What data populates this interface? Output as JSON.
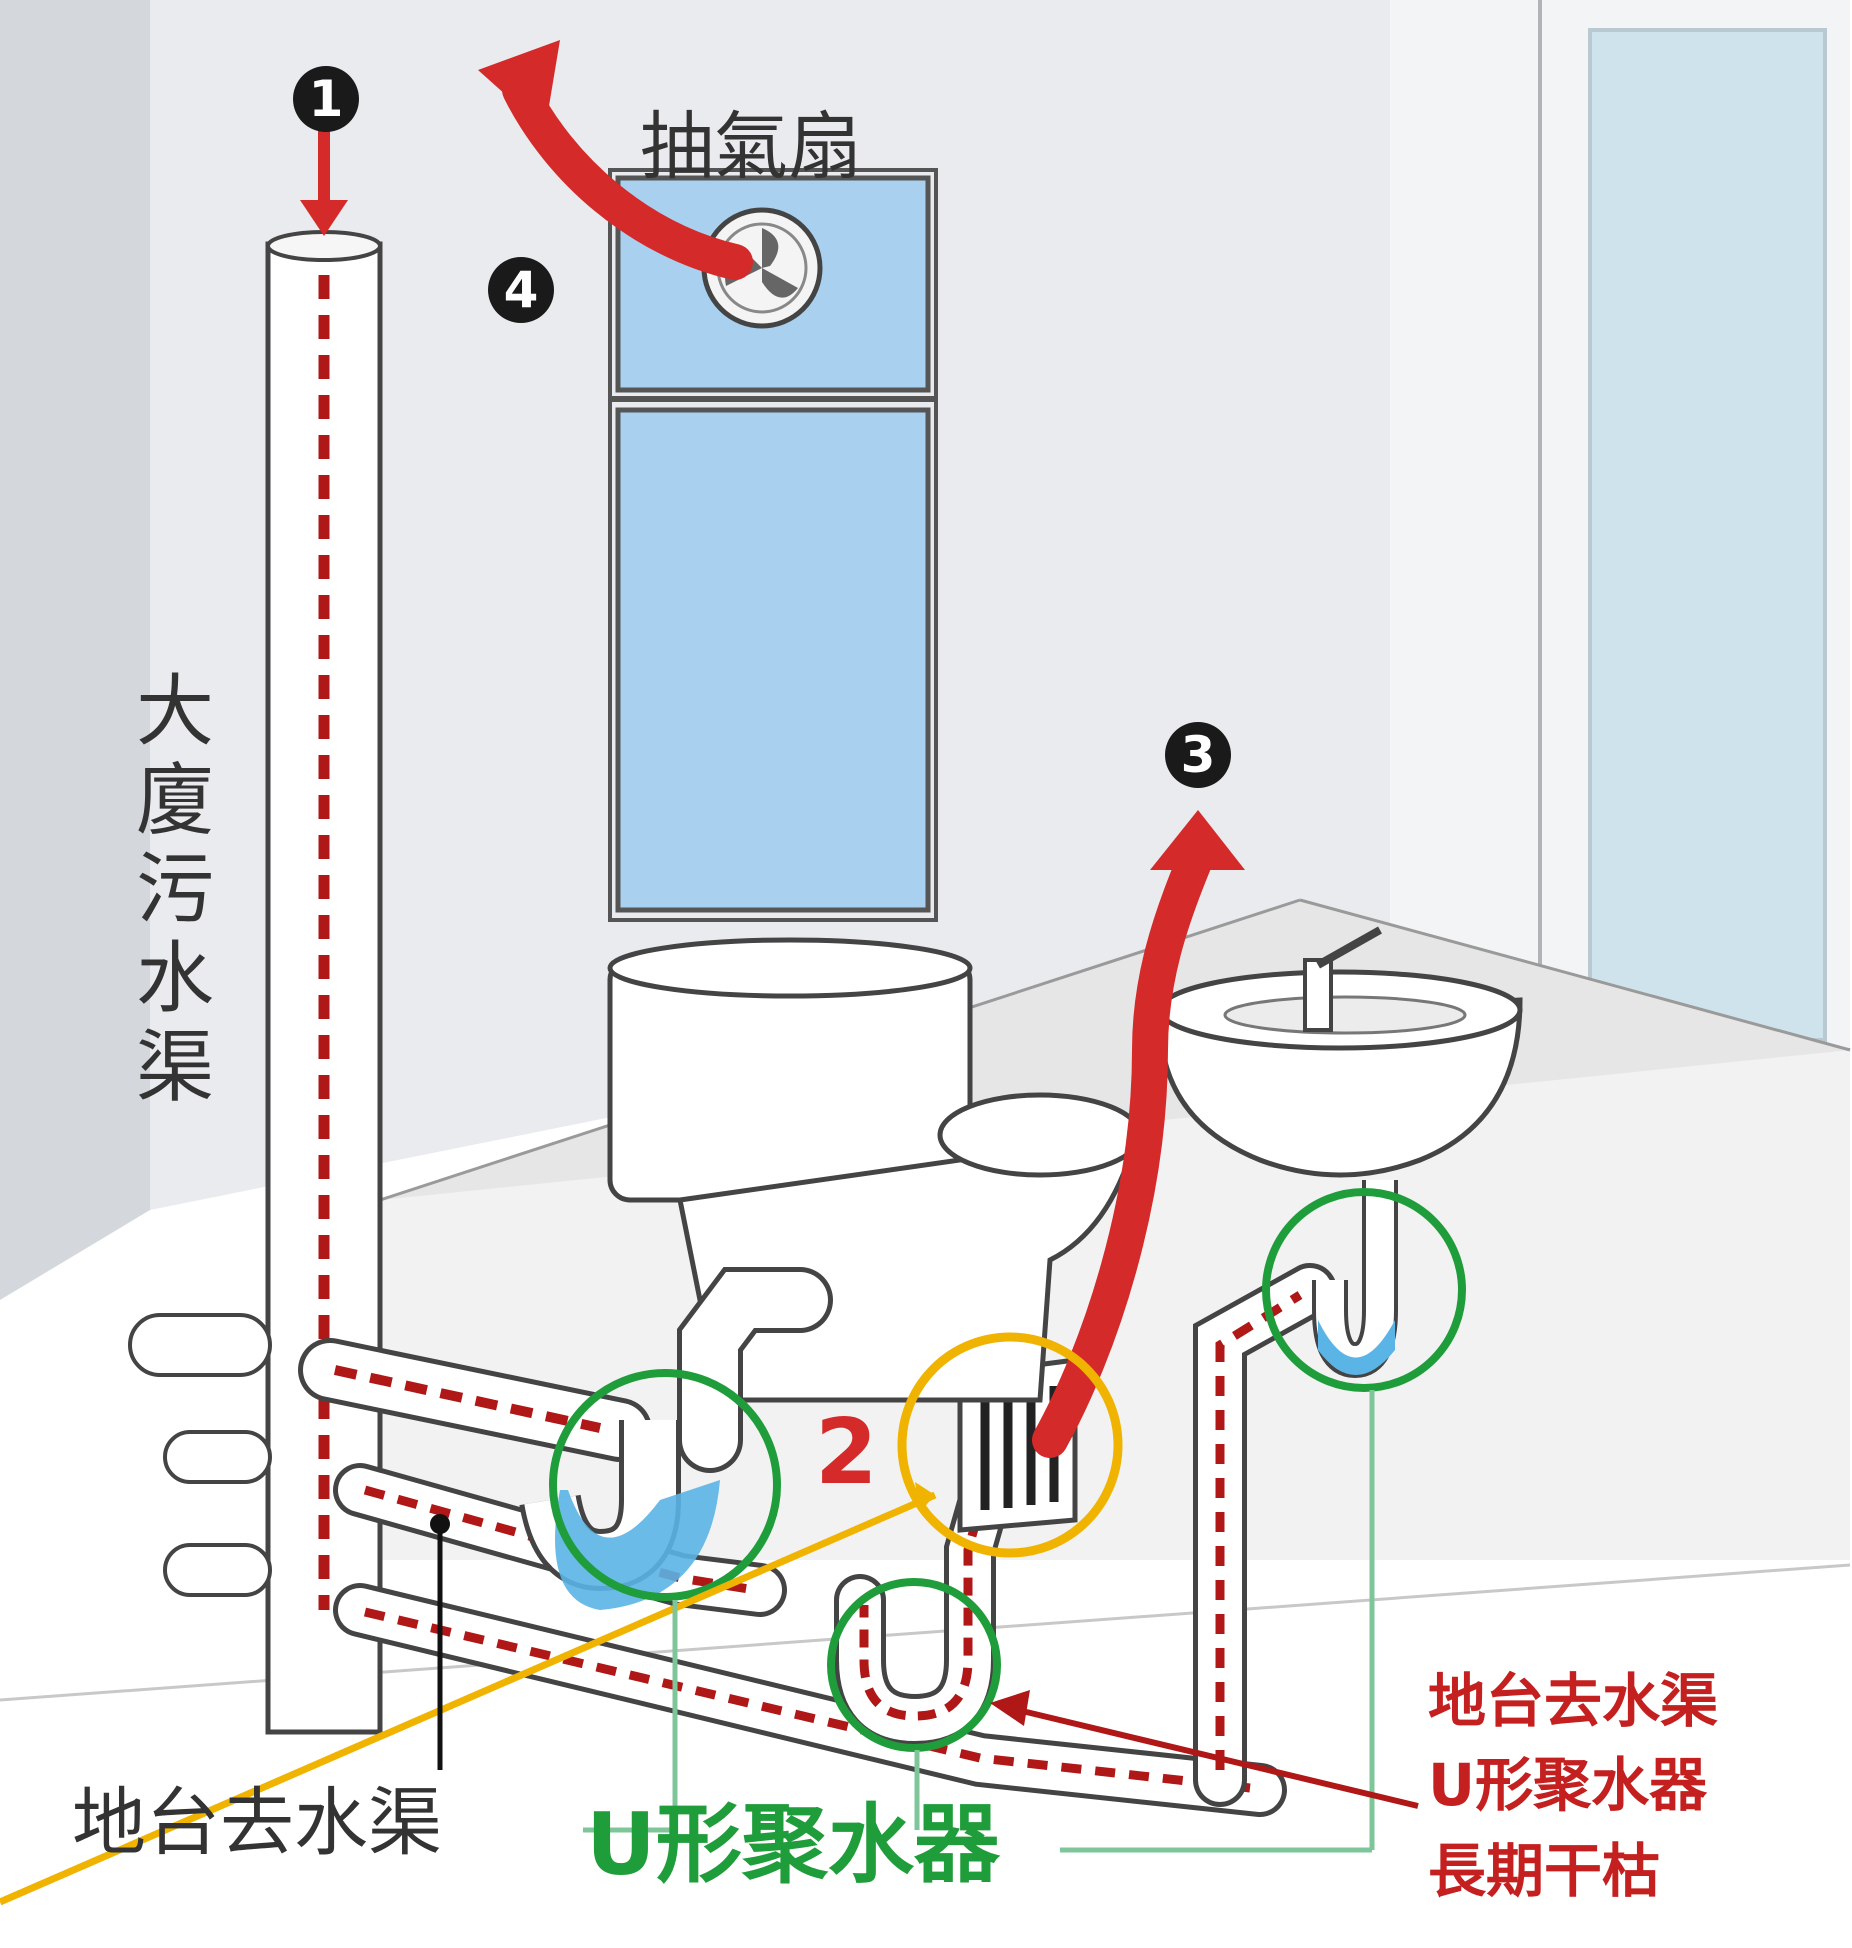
{
  "labels": {
    "exhaust_fan": "抽氣扇",
    "building_sewer": "大廈污水渠",
    "floor_drain": "地台去水渠",
    "u_trap": "U形聚水器",
    "warning_line1": "地台去水渠",
    "warning_line2": "U形聚水器",
    "warning_line3": "長期干枯"
  },
  "markers": {
    "m1": "1",
    "m2": "2",
    "m3": "3",
    "m4": "4"
  },
  "colors": {
    "red": "#d42a2a",
    "green": "#1f9d3a",
    "yellow": "#f0b400",
    "water": "#5ab4e6",
    "window": "#a9d1ef",
    "wall": "#e9ebee",
    "floor": "#eeeeee"
  }
}
